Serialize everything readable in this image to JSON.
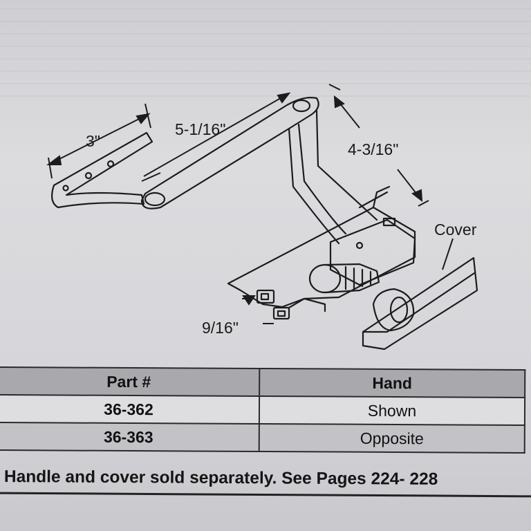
{
  "drawing": {
    "dimensions": {
      "left_arm_length": "3\"",
      "link_arm_length": "5-1/16\"",
      "drop_length": "4-3/16\"",
      "base_offset": "9/16\""
    },
    "cover_label": "Cover"
  },
  "table": {
    "headers": [
      "Part #",
      "Hand"
    ],
    "rows": [
      {
        "part": "36-362",
        "hand": "Shown"
      },
      {
        "part": "36-363",
        "hand": "Opposite"
      }
    ]
  },
  "footer": {
    "note": "Handle and cover sold separately. See Pages 224- 228"
  }
}
